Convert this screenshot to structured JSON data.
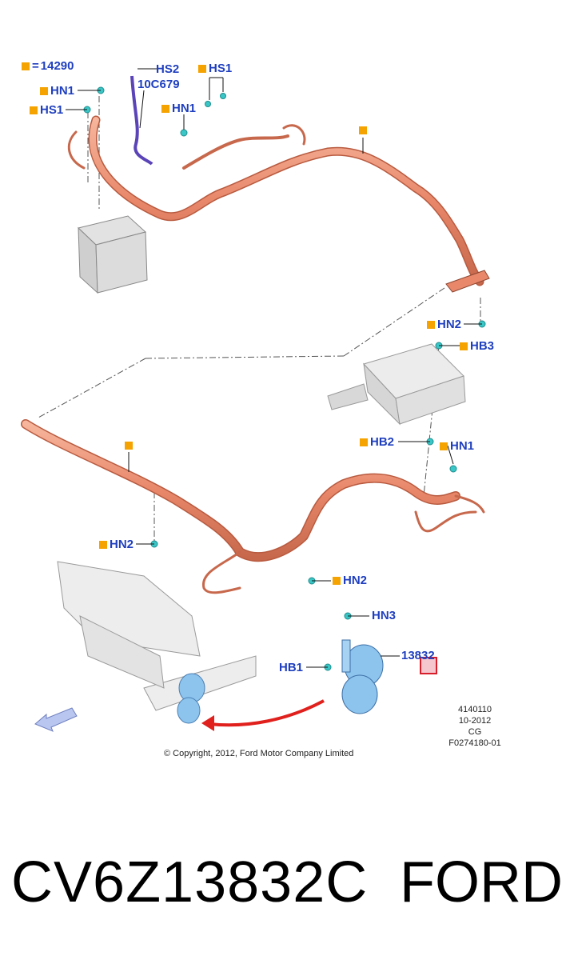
{
  "diagram": {
    "legend": {
      "symbol": "=",
      "part_number": "14290"
    },
    "callouts": {
      "hs2": "HS2",
      "ref_10c679": "10C679",
      "hs1_top": "HS1",
      "hn1_top": "HN1",
      "hs1_left": "HS1",
      "hn1_mid": "HN1",
      "hn2_right": "HN2",
      "hb3": "HB3",
      "hb2": "HB2",
      "hn1_right": "HN1",
      "hn2_left": "HN2",
      "hn2_lower": "HN2",
      "hn3": "HN3",
      "hb1": "HB1",
      "part_13832": "13832"
    },
    "meta": {
      "illustration_no": "4140110",
      "date": "10-2012",
      "initials": "CG",
      "figure_id": "F0274180-01"
    },
    "copyright": "© Copyright, 2012, Ford Motor Company Limited",
    "colors": {
      "harness": "#e8876a",
      "harness_dark": "#b85a3f",
      "callout_text": "#1f3fbf",
      "marker": "#f5a300",
      "horn": "#8cc4ee",
      "arrow_red": "#e0201c",
      "hint_box": "#d81e2a"
    }
  },
  "caption": {
    "part_number": "CV6Z13832C",
    "brand": "FORD"
  }
}
